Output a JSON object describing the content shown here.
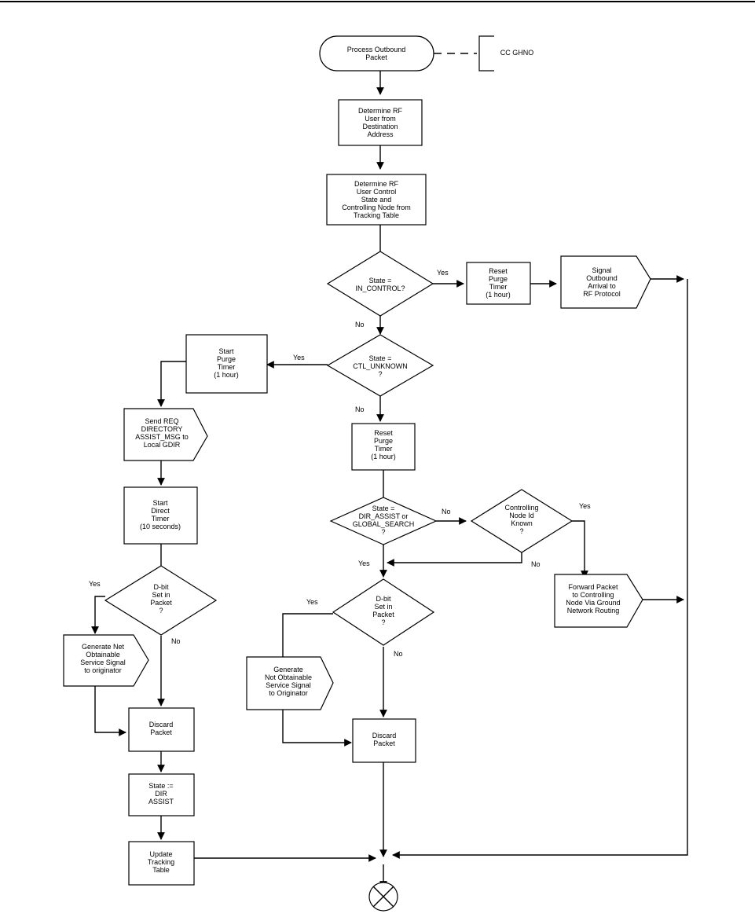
{
  "nodes": {
    "process_outbound": [
      "Process Outbound",
      "Packet"
    ],
    "cc_ghno": [
      "CC GHNO"
    ],
    "determine_rf_user": [
      "Determine RF",
      "User from",
      "Destination",
      "Address"
    ],
    "determine_state": [
      "Determine RF",
      "User Control",
      "State and",
      "Controlling Node from",
      "Tracking Table"
    ],
    "in_control": [
      "State =",
      "IN_CONTROL?"
    ],
    "reset_purge_1": [
      "Reset",
      "Purge",
      "Timer",
      "(1 hour)"
    ],
    "signal_outbound": [
      "Signal",
      "Outbound",
      "Arrival to",
      "RF Protocol"
    ],
    "ctl_unknown": [
      "State =",
      "CTL_UNKNOWN",
      "?"
    ],
    "start_purge": [
      "Start",
      "Purge",
      "Timer",
      "(1 hour)"
    ],
    "send_req": [
      "Send REQ",
      "DIRECTORY",
      "ASSIST_MSG to",
      "Local GDIR"
    ],
    "start_direct": [
      "Start",
      "Direct",
      "Timer",
      "(10 seconds)"
    ],
    "dbit_left": [
      "D-bit",
      "Set in",
      "Packet",
      "?"
    ],
    "generate_left": [
      "Generate Net",
      "Obtainable",
      "Service Signal",
      "to originator"
    ],
    "discard_left": [
      "Discard",
      "Packet"
    ],
    "state_assign": [
      "State :=",
      "DIR",
      "ASSIST"
    ],
    "update_tracking": [
      "Update",
      "Tracking",
      "Table"
    ],
    "reset_purge_2": [
      "Reset",
      "Purge",
      "Timer",
      "(1 hour)"
    ],
    "dir_assist": [
      "State =",
      "DIR_ASSIST or",
      "GLOBAL_SEARCH",
      "?"
    ],
    "controlling_known": [
      "Controlling",
      "Node Id",
      "Known",
      "?"
    ],
    "forward_packet": [
      "Forward Packet",
      "to Controlling",
      "Node Via Ground",
      "Network Routing"
    ],
    "dbit_mid": [
      "D-bit",
      "Set in",
      "Packet",
      "?"
    ],
    "generate_mid": [
      "Generate",
      "Not Obtainable",
      "Service Signal",
      "to Originator"
    ],
    "discard_mid": [
      "Discard",
      "Packet"
    ]
  },
  "edge_labels": {
    "in_control_yes": "Yes",
    "in_control_no": "No",
    "ctl_unknown_yes": "Yes",
    "ctl_unknown_no": "No",
    "dir_assist_no": "No",
    "dir_assist_yes": "Yes",
    "controlling_known_yes": "Yes",
    "controlling_known_no": "No",
    "dbit_left_yes": "Yes",
    "dbit_left_no": "No",
    "dbit_mid_yes": "Yes",
    "dbit_mid_no": "No"
  }
}
